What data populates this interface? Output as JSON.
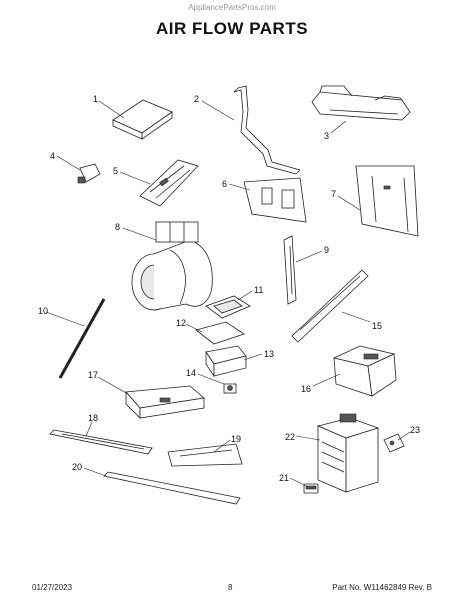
{
  "watermark": "AppliancePartsPros.com",
  "title": "AIR FLOW PARTS",
  "callouts": [
    "1",
    "2",
    "3",
    "4",
    "5",
    "6",
    "7",
    "8",
    "9",
    "10",
    "11",
    "12",
    "13",
    "14",
    "15",
    "16",
    "17",
    "18",
    "19",
    "20",
    "21",
    "22",
    "23"
  ],
  "footer": {
    "date": "01/27/2023",
    "page": "8",
    "part_rev": "Part No. W11462849  Rev. B"
  }
}
